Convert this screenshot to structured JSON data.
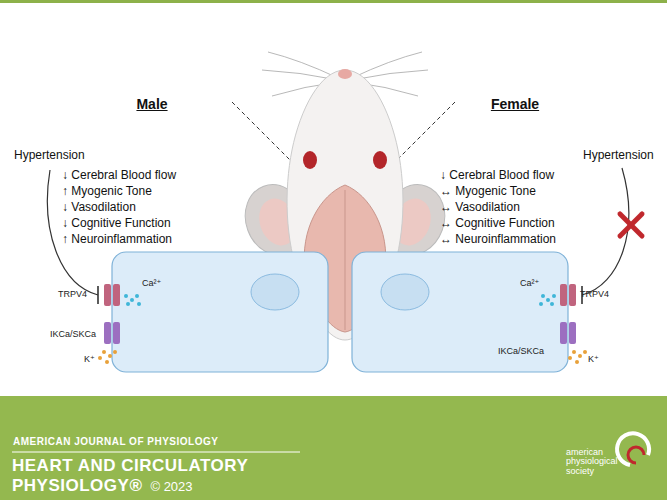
{
  "diagram": {
    "nodes": [
      {
        "text": [
          "TRPV4",
          "Ca²⁺",
          "IKCa/SKCa",
          "K⁺"
        ]
      },
      {
        "text": [
          "TRPV4",
          "Ca²⁺",
          "IKCa/SKCa",
          "K⁺"
        ]
      }
    ],
    "labels": [
      "Male",
      "Hypertension",
      "↓ Cerebral Blood flow",
      "↑ Myogenic Tone",
      "↓ Vasodilation",
      "↓ Cognitive Function",
      "↑ Neuroinflammation",
      "Female",
      "Hypertension",
      "↓ Cerebral Blood flow",
      "↔ Myogenic Tone",
      "↔ Vasodilation",
      "↔ Cognitive Function",
      "↔ Neuroinflammation",
      "AMERICAN JOURNAL OF PHYSIOLOGY",
      "HEART AND CIRCULATORY",
      "PHYSIOLOGY®",
      "© 2023",
      "american physiological society"
    ]
  }
}
